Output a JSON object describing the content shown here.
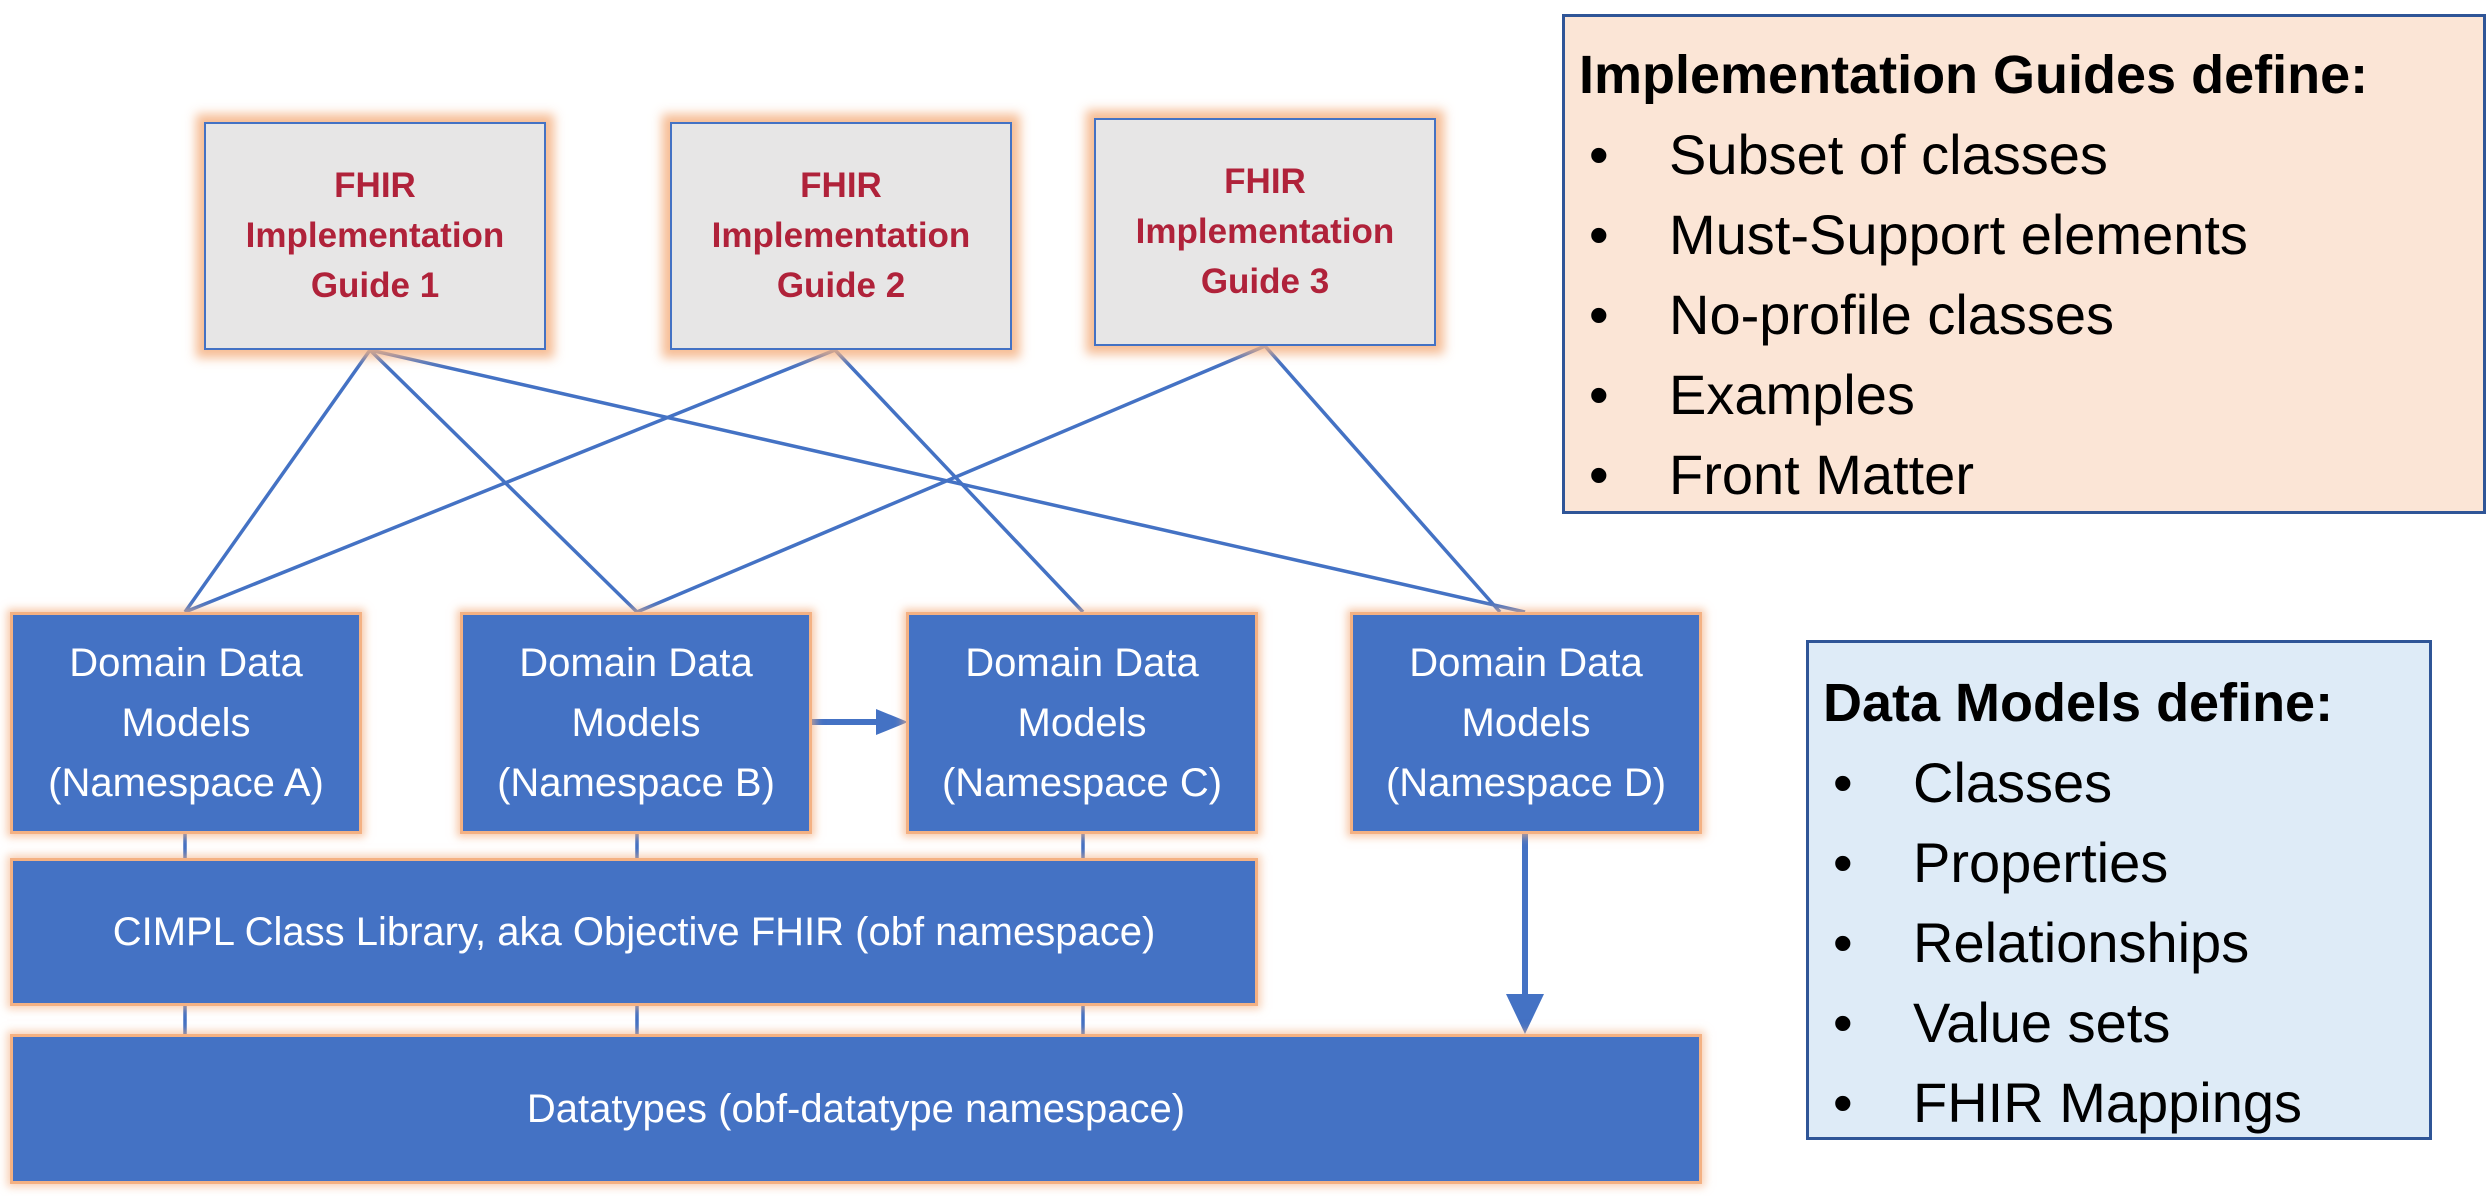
{
  "guides": [
    {
      "label": "FHIR Implementation Guide 1"
    },
    {
      "label": "FHIR Implementation Guide 2"
    },
    {
      "label": "FHIR Implementation Guide 3"
    }
  ],
  "models": [
    {
      "label": "Domain Data Models (Namespace A)"
    },
    {
      "label": "Domain Data Models (Namespace B)"
    },
    {
      "label": "Domain Data Models (Namespace C)"
    },
    {
      "label": "Domain Data Models (Namespace D)"
    }
  ],
  "class_library": {
    "label": "CIMPL Class Library, aka Objective FHIR (obf namespace)"
  },
  "datatypes": {
    "label": "Datatypes (obf-datatype namespace)"
  },
  "ig_legend": {
    "title": "Implementation Guides define:",
    "items": [
      "Subset of classes",
      "Must-Support elements",
      "No-profile classes",
      "Examples",
      "Front Matter"
    ]
  },
  "dm_legend": {
    "title": "Data Models define:",
    "items": [
      "Classes",
      "Properties",
      "Relationships",
      "Value sets",
      "FHIR Mappings"
    ]
  },
  "bullet_glyph": "•",
  "colors": {
    "box_blue": "#4472c4",
    "line_blue": "#4472c4",
    "guide_text": "#b0223a",
    "glow_orange": "#f4b183",
    "ig_legend_bg": "#fbe5d6",
    "dm_legend_bg": "#deebf7"
  }
}
